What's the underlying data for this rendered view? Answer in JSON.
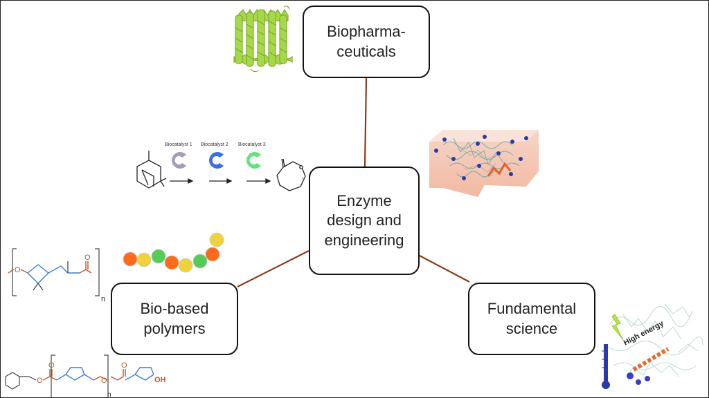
{
  "nodes": {
    "biopharma": "Biopharma-\nceuticals",
    "core": "Enzyme\ndesign and\nengineering",
    "polymers": "Bio-based\npolymers",
    "fundamental": "Fundamental\nscience"
  },
  "cascade": {
    "catalysts": [
      "Biocatalyst 1",
      "Biocatalyst 2",
      "Biocatalyst 3"
    ],
    "colors": [
      "#a89bb6",
      "#3b6fe0",
      "#5ee37d"
    ]
  },
  "polymer_labels": {
    "repeat_n_top": "n",
    "repeat_n_bottom": "n",
    "hydroxyl": "OH"
  },
  "energy_label": "High energy",
  "colors": {
    "connector": "#8a3a18",
    "helix": "#a6d84a",
    "bead_orange": "#ff6a1a",
    "bead_yellow": "#f2d23b",
    "bead_green": "#55cc5a"
  }
}
